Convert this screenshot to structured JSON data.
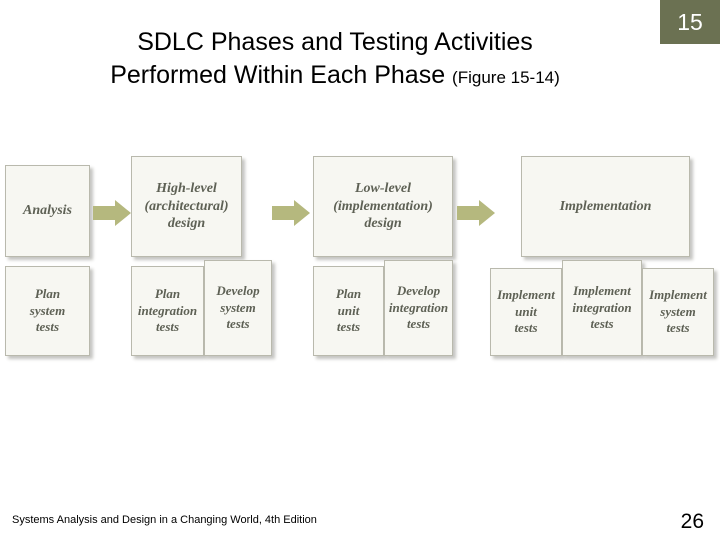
{
  "chapter_badge": "15",
  "title": {
    "line1": "SDLC Phases and Testing Activities",
    "line2": "Performed Within Each Phase ",
    "figure_ref": "(Figure 15-14)"
  },
  "figure": {
    "phases": [
      {
        "label": "Analysis"
      },
      {
        "label": "High-level\n(architectural)\ndesign"
      },
      {
        "label": "Low-level\n(implementation)\ndesign"
      },
      {
        "label": "Implementation"
      }
    ],
    "arrows": [
      {
        "name": "arrow-analysis-to-highlevel"
      },
      {
        "name": "arrow-highlevel-to-lowlevel"
      },
      {
        "name": "arrow-lowlevel-to-implementation"
      }
    ],
    "tasks": [
      {
        "label": "Plan\nsystem\ntests"
      },
      {
        "label": "Plan\nintegration\ntests"
      },
      {
        "label": "Develop\nsystem\ntests"
      },
      {
        "label": "Plan\nunit\ntests"
      },
      {
        "label": "Develop\nintegration\ntests"
      },
      {
        "label": "Implement\nunit\ntests"
      },
      {
        "label": "Implement\nintegration\ntests"
      },
      {
        "label": "Implement\nsystem\ntests"
      }
    ]
  },
  "footer": {
    "text": "Systems Analysis and Design in a Changing World, 4th Edition",
    "page_number": "26"
  },
  "colors": {
    "badge_background": "#6b7152",
    "box_fill": "#f7f7f2",
    "box_border": "#b9b9ad",
    "box_text": "#5e6155",
    "arrow_fill": "#b5b87e"
  }
}
